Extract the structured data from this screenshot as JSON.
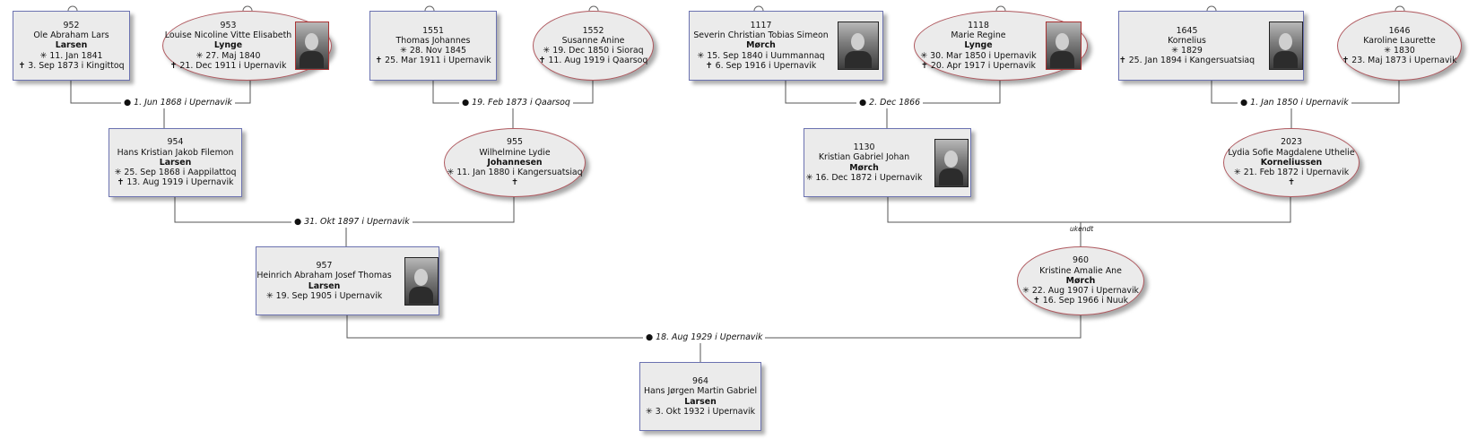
{
  "persons": {
    "p952": {
      "id": "952",
      "given": "Ole Abraham Lars",
      "surname": "Larsen",
      "birth": "✳ 11. Jan 1841",
      "death": "✝ 3. Sep 1873 i  Kingittoq"
    },
    "p953": {
      "id": "953",
      "given": "Louise Nicoline Vitte Elisabeth",
      "surname": "Lynge",
      "birth": "✳ 27. Maj 1840",
      "death": "✝ 21. Dec 1911 i  Upernavik"
    },
    "p1551": {
      "id": "1551",
      "given": "Thomas Johannes",
      "surname": "",
      "birth": "✳ 28. Nov 1845",
      "death": "✝ 25. Mar 1911 i  Upernavik"
    },
    "p1552": {
      "id": "1552",
      "given": "Susanne Anine",
      "surname": "",
      "birth": "✳ 19. Dec 1850 i  Sioraq",
      "death": "✝ 11. Aug 1919 i  Qaarsoq"
    },
    "p1117": {
      "id": "1117",
      "given": "Severin Christian Tobias Simeon",
      "surname": "Mørch",
      "birth": "✳ 15. Sep 1840 i  Uummannaq",
      "death": "✝ 6. Sep 1916 i  Upernavik"
    },
    "p1118": {
      "id": "1118",
      "given": "Marie Regine",
      "surname": "Lynge",
      "birth": "✳ 30. Mar 1850 i  Upernavik",
      "death": "✝ 20. Apr 1917 i  Upernavik"
    },
    "p1645": {
      "id": "1645",
      "given": "Kornelius",
      "surname": "",
      "birth": "✳ 1829",
      "death": "✝ 25. Jan 1894 i  Kangersuatsiaq"
    },
    "p1646": {
      "id": "1646",
      "given": "Karoline Laurette",
      "surname": "",
      "birth": "✳ 1830",
      "death": "✝ 23. Maj 1873 i  Upernavik"
    },
    "p954": {
      "id": "954",
      "given": "Hans Kristian Jakob Filemon",
      "surname": "Larsen",
      "birth": "✳ 25. Sep 1868 i  Aappilattoq",
      "death": "✝ 13. Aug 1919 i  Upernavik"
    },
    "p955": {
      "id": "955",
      "given": "Wilhelmine Lydie",
      "surname": "Johannesen",
      "birth": "✳ 11. Jan 1880 i  Kangersuatsiaq",
      "death": "✝"
    },
    "p1130": {
      "id": "1130",
      "given": "Kristian Gabriel Johan",
      "surname": "Mørch",
      "birth": "✳ 16. Dec 1872 i  Upernavik",
      "death": ""
    },
    "p2023": {
      "id": "2023",
      "given": "Lydia Sofie Magdalene Uthelie",
      "surname": "Korneliussen",
      "birth": "✳ 21. Feb 1872 i  Upernavik",
      "death": "✝"
    },
    "p957": {
      "id": "957",
      "given": "Heinrich Abraham Josef Thomas",
      "surname": "Larsen",
      "birth": "✳ 19. Sep 1905 i  Upernavik",
      "death": ""
    },
    "p960": {
      "id": "960",
      "given": "Kristine Amalie Ane",
      "surname": "Mørch",
      "birth": "✳ 22. Aug 1907 i  Upernavik",
      "death": "✝ 16. Sep 1966 i  Nuuk"
    },
    "p964": {
      "id": "964",
      "given": "Hans Jørgen Martin Gabriel",
      "surname": "Larsen",
      "birth": "✳ 3. Okt 1932 i  Upernavik",
      "death": ""
    }
  },
  "marriages": {
    "m952_953": {
      "dot": "●",
      "label": "1. Jun 1868 i  Upernavik"
    },
    "m1551_1552": {
      "dot": "●",
      "label": "19. Feb 1873 i  Qaarsoq"
    },
    "m1117_1118": {
      "dot": "●",
      "label": "2. Dec 1866"
    },
    "m1645_1646": {
      "dot": "●",
      "label": "1. Jan 1850 i  Upernavik"
    },
    "m954_955": {
      "dot": "●",
      "label": "31. Okt 1897 i  Upernavik"
    },
    "m1130_2023": {
      "label": "ukendt"
    },
    "m957_960": {
      "dot": "●",
      "label": "18. Aug 1929 i  Upernavik"
    }
  }
}
